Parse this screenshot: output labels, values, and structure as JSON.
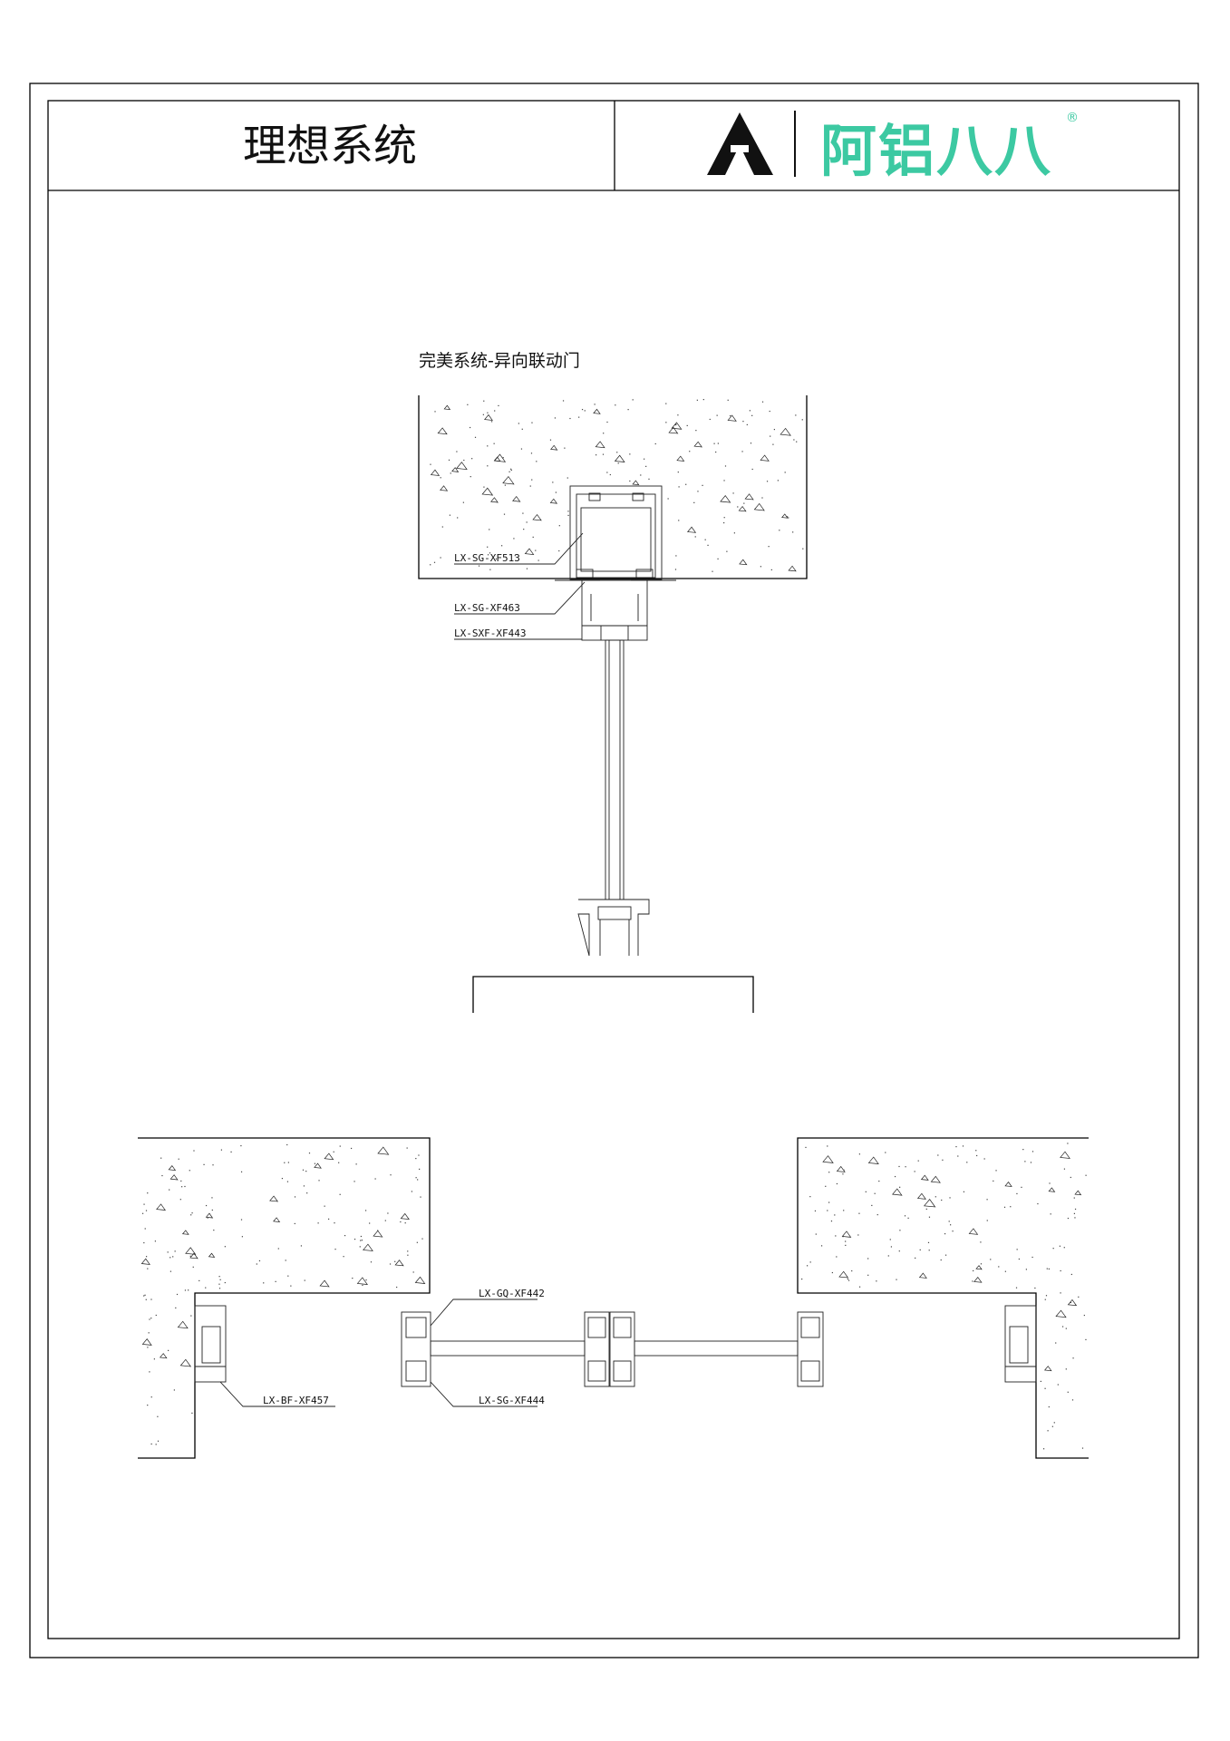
{
  "header": {
    "title": "理想系统",
    "logo_text": "阿铝八八",
    "logo_mark": "®",
    "brand_color": "#3cc9a2"
  },
  "drawing": {
    "subtitle": "完美系统-异向联动门",
    "labels": {
      "top_frame": "LX-SG-XF513",
      "top_sub": "LX-SG-XF463",
      "sash": "LX-SXF-XF443",
      "plan_gq": "LX-GQ-XF442",
      "plan_sg": "LX-SG-XF444",
      "plan_bf": "LX-BF-XF457"
    }
  }
}
